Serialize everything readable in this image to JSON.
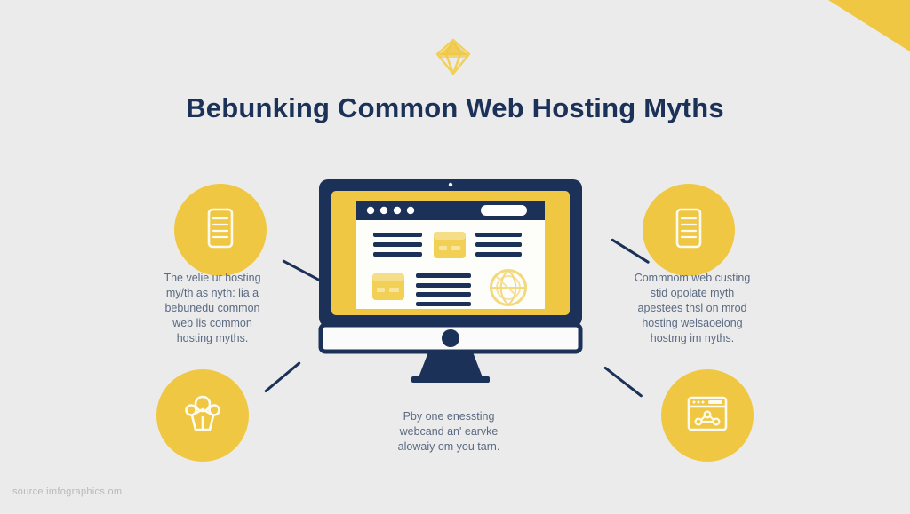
{
  "page": {
    "title": "Bebunking Common Web Hosting Myths",
    "watermark": "source imfographics.om",
    "background_color": "#ebebeb",
    "accent_yellow": "#f0c742",
    "accent_navy": "#1b3158",
    "text_gray": "#5a6a82"
  },
  "header": {
    "gem_icon_name": "gem-icon"
  },
  "captions": {
    "left": {
      "lines": [
        "The velie ur hosting",
        "my/th as nyth: lia a",
        "bebunedu common",
        "web lis common",
        "hosting myths."
      ]
    },
    "right": {
      "lines": [
        "Commnom web custing",
        "stid opolate myth",
        "apestees thsl on mrod",
        "hosting welsaoeiong",
        "hostmg im nyths."
      ]
    },
    "bottom": {
      "lines": [
        "Pby one enessting",
        "webcand an' earvke",
        "alowaiy om you tarn."
      ]
    }
  },
  "nodes": [
    {
      "id": "top-left",
      "icon": "server-document-icon",
      "position": "top-left"
    },
    {
      "id": "top-right",
      "icon": "server-document-icon",
      "position": "top-right"
    },
    {
      "id": "bottom-left",
      "icon": "cloud-network-icon",
      "position": "bottom-left"
    },
    {
      "id": "bottom-right",
      "icon": "browser-network-icon",
      "position": "bottom-right"
    }
  ],
  "monitor": {
    "screen_color": "#f0c742",
    "bezel_color": "#1b3158",
    "browser": {
      "dots_count": 4,
      "search_pill": true,
      "content_blocks": [
        {
          "type": "text-lines",
          "count": 3
        },
        {
          "type": "card-icon"
        },
        {
          "type": "text-lines",
          "count": 3
        },
        {
          "type": "card-icon"
        },
        {
          "type": "text-lines",
          "count": 4
        },
        {
          "type": "globe-icon"
        }
      ]
    }
  }
}
